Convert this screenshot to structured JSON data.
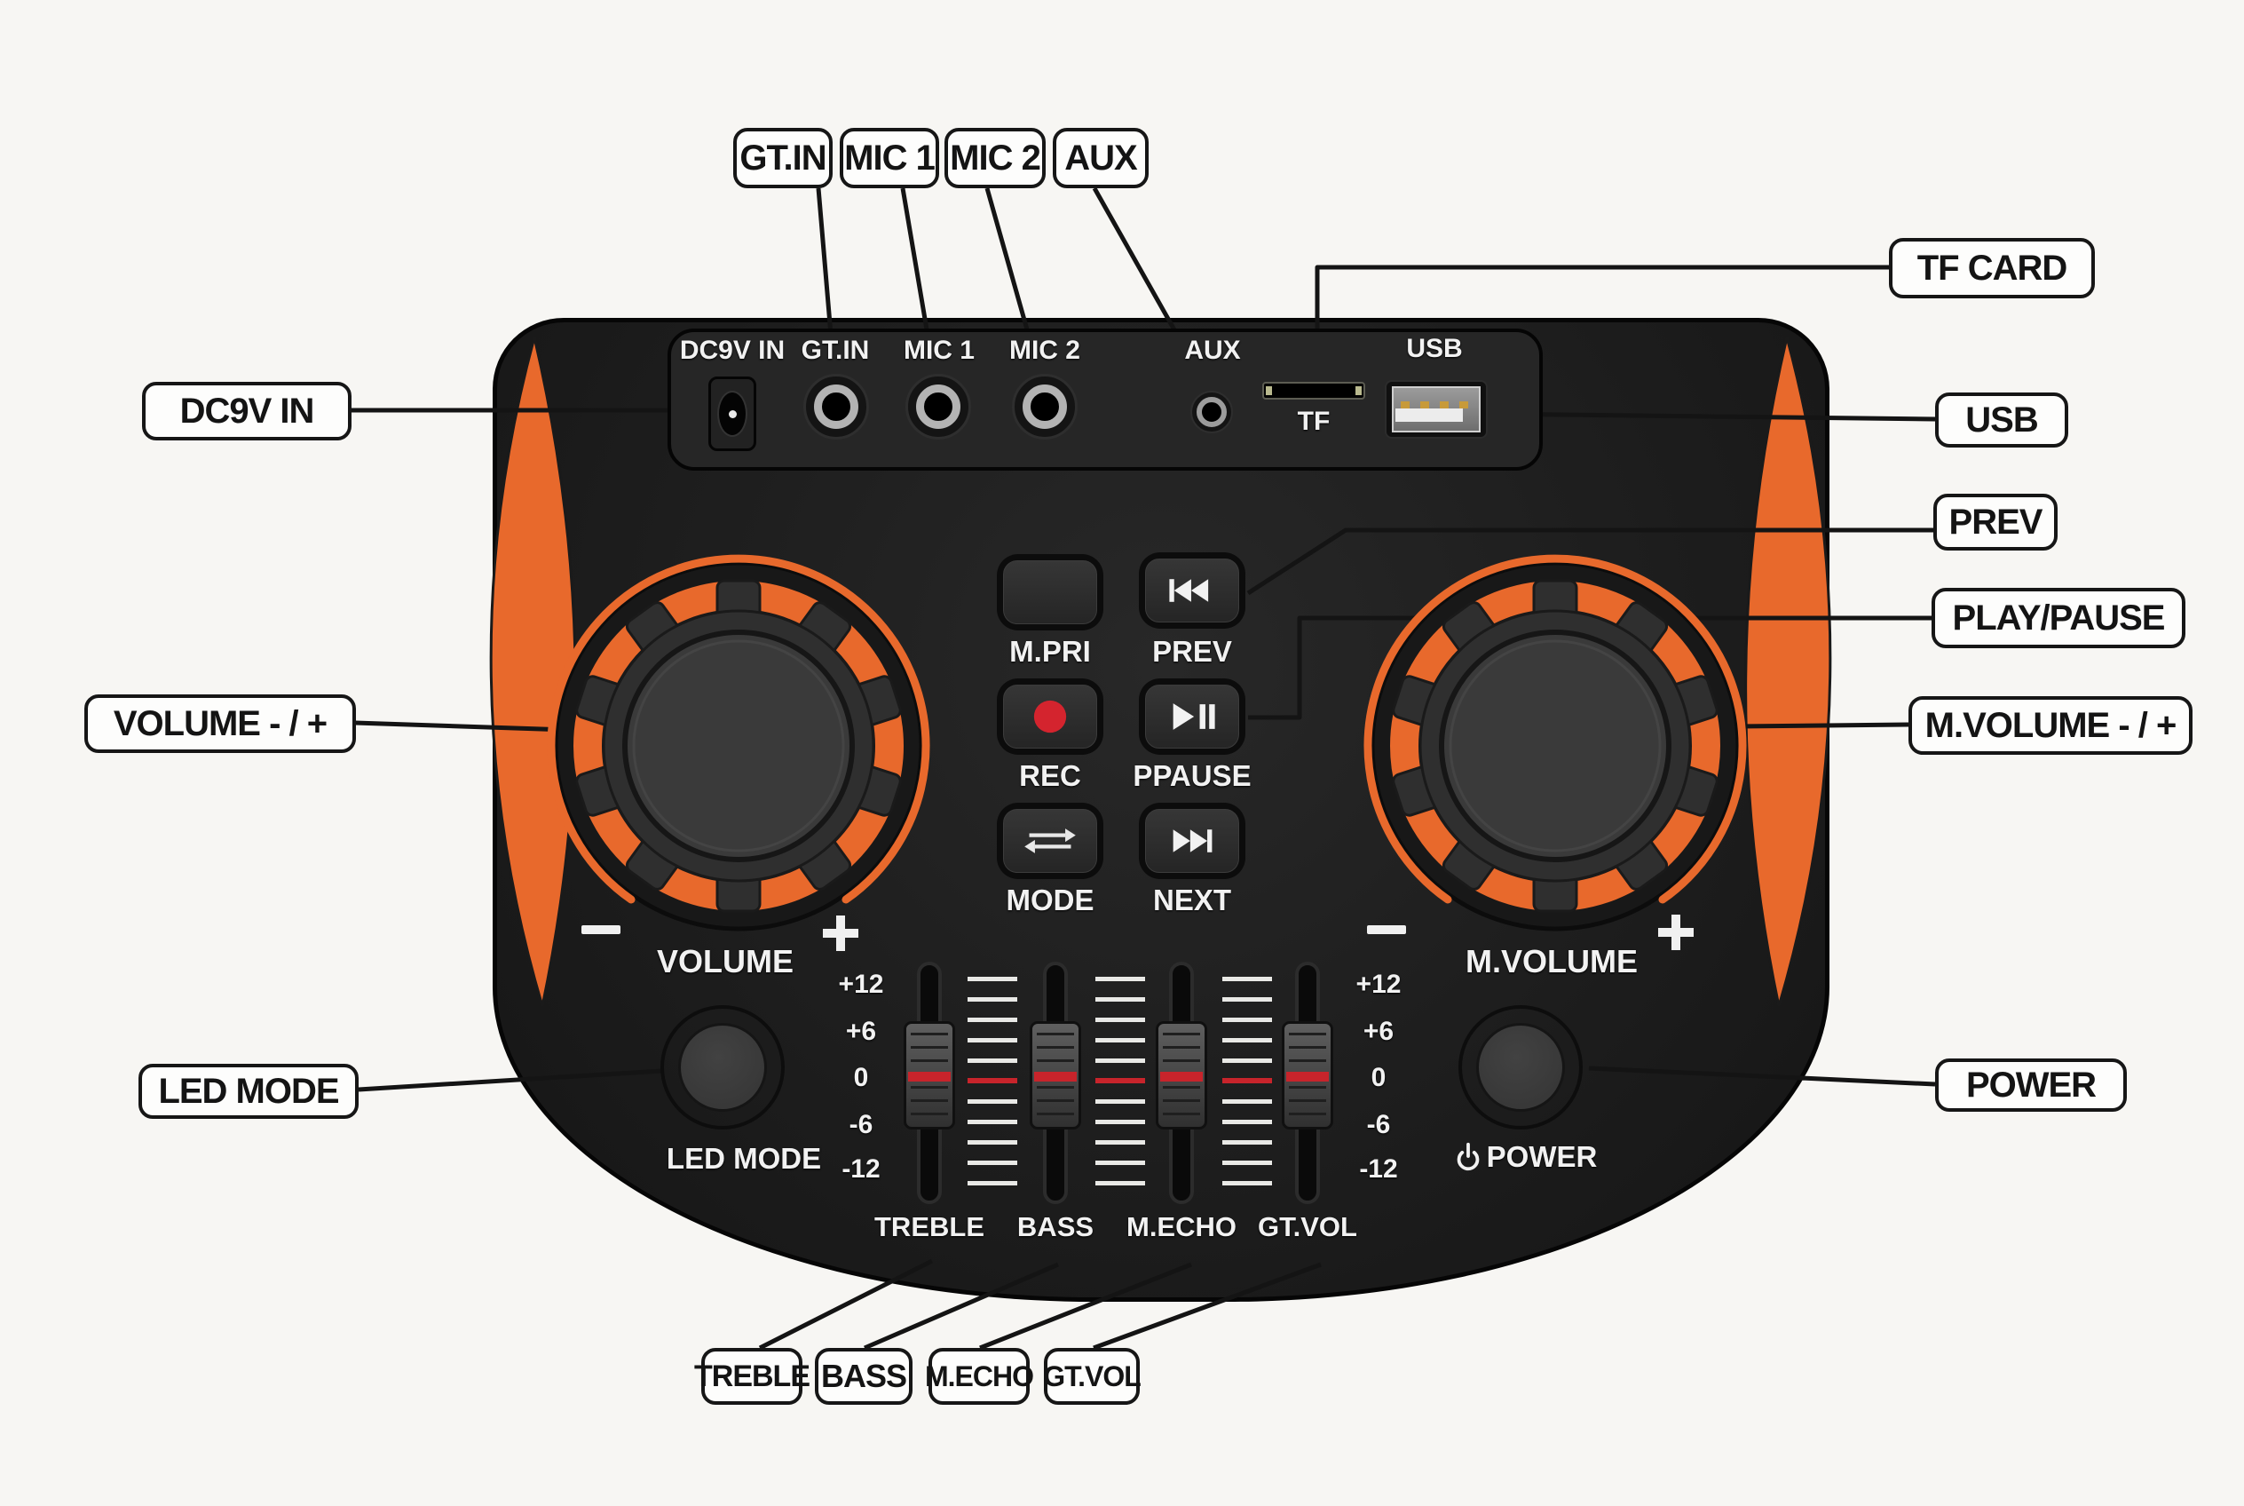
{
  "colors": {
    "accent_orange": "#E8692C",
    "slider_red": "#C8242B",
    "rec_red": "#D4242E",
    "panel_black": "#1F1F1F",
    "background": "#F7F6F3"
  },
  "callouts": {
    "gt_in": {
      "label": "GT.IN"
    },
    "mic1": {
      "label": "MIC 1"
    },
    "mic2": {
      "label": "MIC 2"
    },
    "aux": {
      "label": "AUX"
    },
    "tf_card": {
      "label": "TF CARD"
    },
    "dc9v_in": {
      "label": "DC9V IN"
    },
    "usb": {
      "label": "USB"
    },
    "prev": {
      "label": "PREV"
    },
    "play_pause": {
      "label": "PLAY/PAUSE"
    },
    "volume": {
      "label": "VOLUME - / +"
    },
    "m_volume": {
      "label": "M.VOLUME - / +"
    },
    "led_mode": {
      "label": "LED MODE"
    },
    "power": {
      "label": "POWER"
    },
    "treble": {
      "label": "TREBLE"
    },
    "bass": {
      "label": "BASS"
    },
    "m_echo": {
      "label": "M.ECHO"
    },
    "gt_vol": {
      "label": "GT.VOL"
    }
  },
  "panel": {
    "ports": {
      "dc9v_in": "DC9V IN",
      "gt_in": "GT.IN",
      "mic1": "MIC 1",
      "mic2": "MIC 2",
      "aux": "AUX",
      "tf": "TF",
      "usb": "USB"
    },
    "transport": {
      "m_pri": "M.PRI",
      "prev": "PREV",
      "rec": "REC",
      "play_pause": "PPAUSE",
      "mode": "MODE",
      "next": "NEXT"
    },
    "icons": {
      "prev": "skip-back-icon",
      "play_pause": "play-pause-icon",
      "next": "skip-forward-icon",
      "mode": "shuffle-arrows-icon",
      "rec": "record-dot-icon",
      "power": "power-icon"
    },
    "knobs": {
      "volume": {
        "label": "VOLUME",
        "minus": "-",
        "plus": "+"
      },
      "m_volume": {
        "label": "M.VOLUME",
        "minus": "-",
        "plus": "+"
      }
    },
    "sliders": {
      "scale": [
        "+12",
        "+6",
        "0",
        "-6",
        "-12"
      ],
      "labels": [
        "TREBLE",
        "BASS",
        "M.ECHO",
        "GT.VOL"
      ],
      "positions": [
        "0",
        "0",
        "0",
        "0"
      ]
    },
    "led_mode_label": "LED MODE",
    "power_label": "POWER"
  }
}
